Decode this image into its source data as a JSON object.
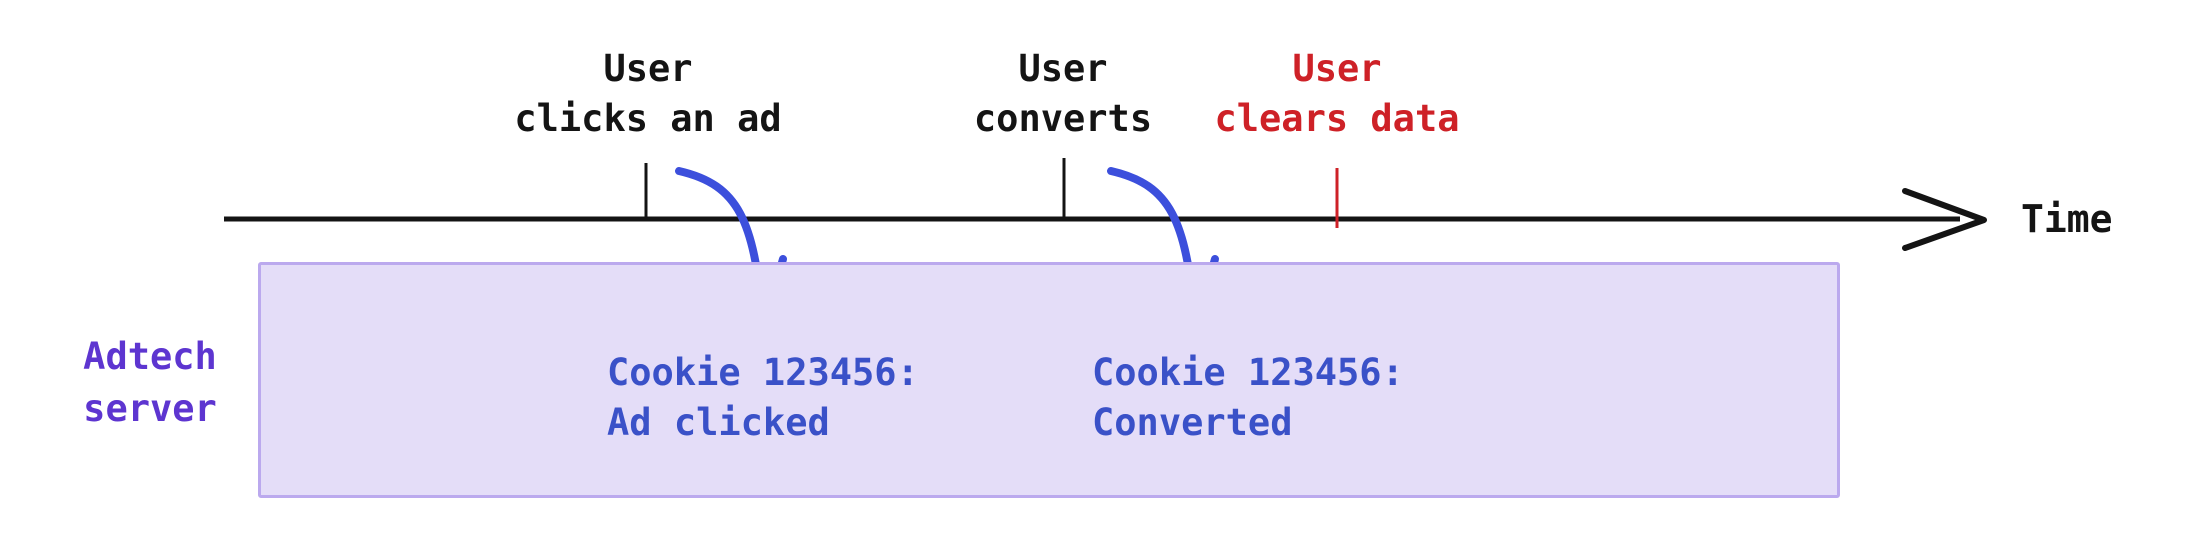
{
  "colors": {
    "ink": "#141414",
    "red": "#CE2127",
    "purple": "#5D35D0",
    "text_blue": "#3A51C8",
    "arrow_blue": "#3C4FDC",
    "box_fill": "#E4DDF8",
    "box_border": "#BBA9EE"
  },
  "timeline": {
    "axis_label": "Time",
    "events": [
      {
        "line1": "User",
        "line2": "clicks an ad"
      },
      {
        "line1": "User",
        "line2": "converts"
      },
      {
        "line1": "User",
        "line2": "clears data"
      }
    ]
  },
  "server": {
    "label_line1": "Adtech",
    "label_line2": "server",
    "records": [
      {
        "line1": "Cookie 123456:",
        "line2": "Ad clicked"
      },
      {
        "line1": "Cookie 123456:",
        "line2": "Converted"
      }
    ]
  }
}
